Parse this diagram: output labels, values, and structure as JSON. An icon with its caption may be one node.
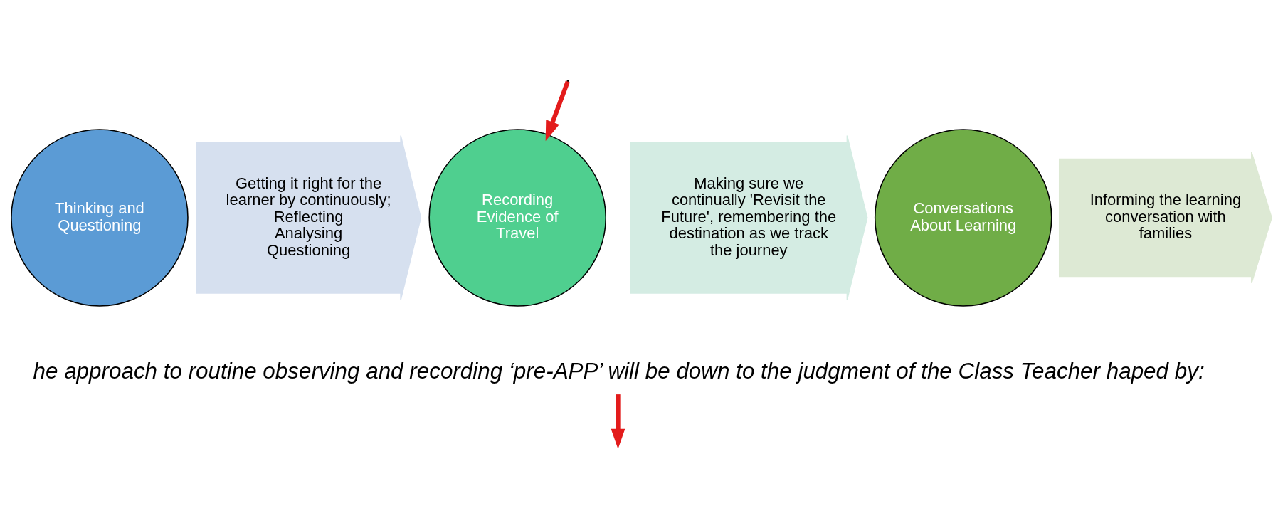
{
  "diagram": {
    "nodes": [
      {
        "text": [
          "Thinking and Questioning"
        ]
      },
      {
        "text": [
          "Getting it right for the learner by continuously;",
          "Reflecting",
          "Analysing",
          "Questioning"
        ]
      },
      {
        "text": [
          "Recording Evidence of Travel"
        ]
      },
      {
        "text": [
          "Making sure we continually 'Revisit the Future', remembering the destination as we track the journey"
        ]
      },
      {
        "text": [
          "Conversations About Learning"
        ]
      },
      {
        "text": [
          "Informing the learning conversation with families"
        ]
      },
      {
        "text": [
          "he approach to routine observing and recording ‘pre-APP’ will be down to the judgment of the Class Teacher haped by:"
        ]
      }
    ],
    "edges": [
      {
        "from": null,
        "to": 2,
        "arrow": "to",
        "color": "#e31b1b"
      },
      {
        "from": 6,
        "to": null,
        "arrow": "to",
        "color": "#e31b1b"
      }
    ]
  }
}
